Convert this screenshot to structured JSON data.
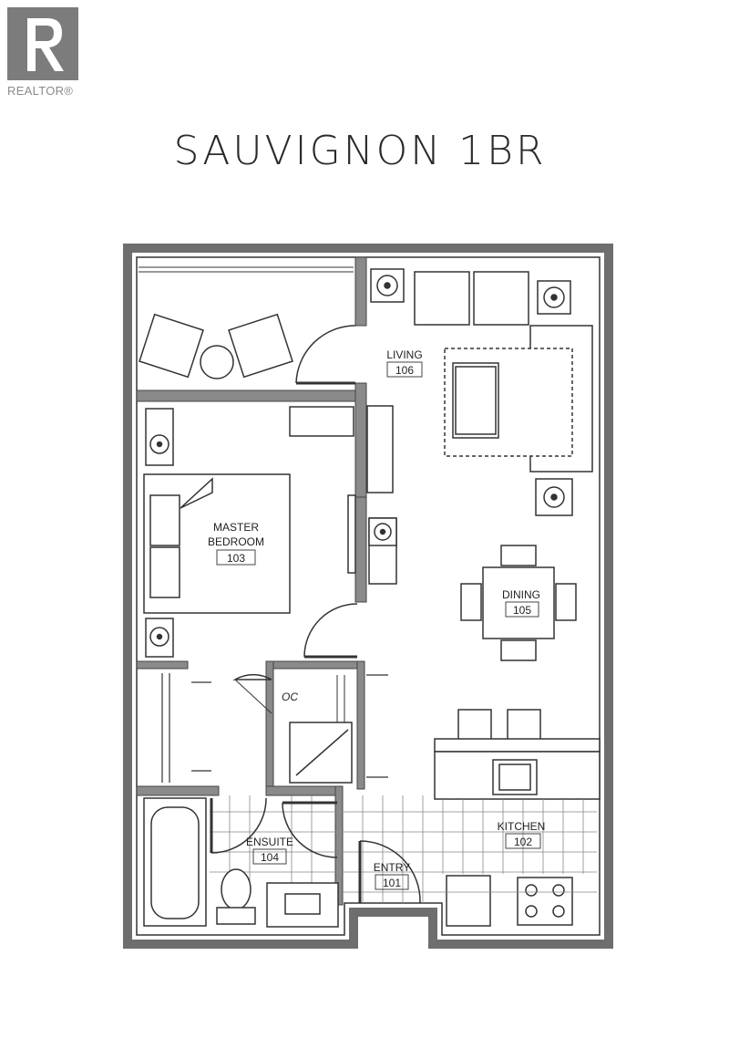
{
  "logo": {
    "text": "REALTOR®"
  },
  "title": "SAUVIGNON 1BR",
  "rooms": [
    {
      "id": "living",
      "name": "LIVING",
      "number": "106"
    },
    {
      "id": "bedroom",
      "name_line1": "MASTER",
      "name_line2": "BEDROOM",
      "number": "103"
    },
    {
      "id": "dining",
      "name": "DINING",
      "number": "105"
    },
    {
      "id": "kitchen",
      "name": "KITCHEN",
      "number": "102"
    },
    {
      "id": "ensuite",
      "name": "ENSUITE",
      "number": "104"
    },
    {
      "id": "entry",
      "name": "ENTRY",
      "number": "101"
    },
    {
      "id": "closet",
      "name": "OC"
    }
  ],
  "colors": {
    "wall": "#6e6e6e",
    "line": "#333333",
    "logo": "#7c7c7c"
  }
}
